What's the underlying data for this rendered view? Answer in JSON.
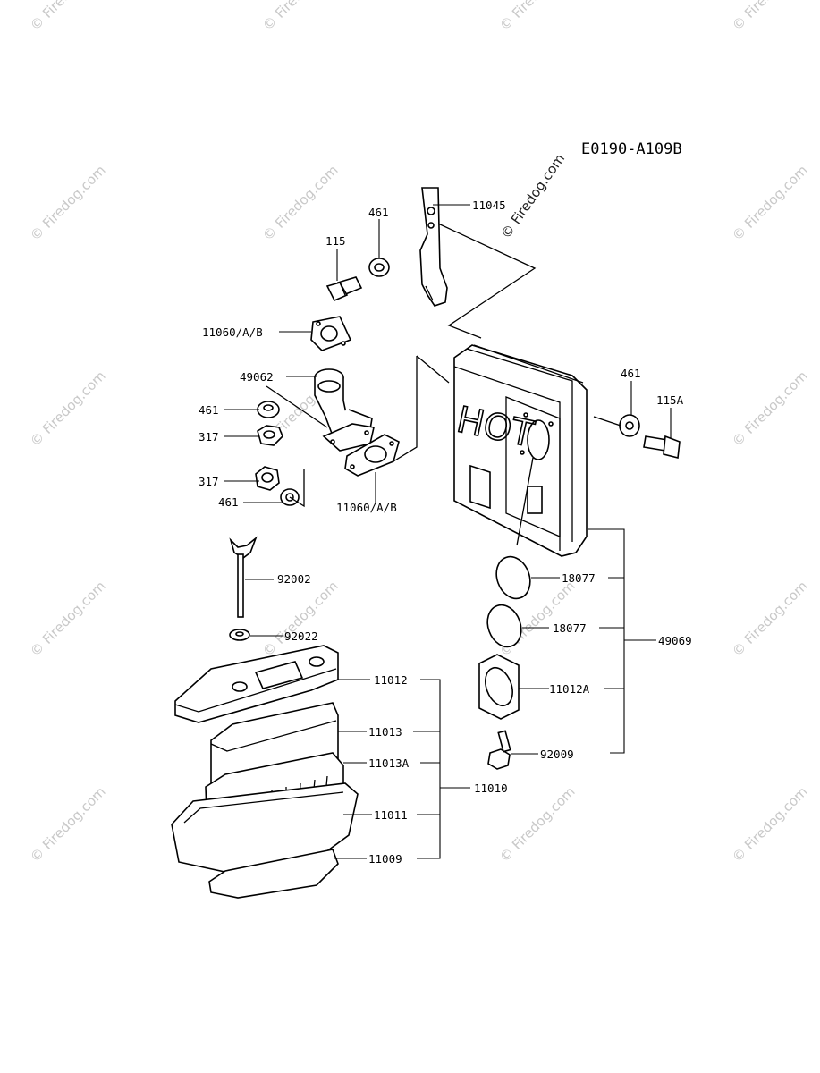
{
  "diagram_code": "E0190-A109B",
  "watermark": "© Firedog.com",
  "embossed_text": "HOT",
  "labels": {
    "p11045": "11045",
    "p461_a": "461",
    "p115": "115",
    "p11060_top": "11060/A/B",
    "p49062": "49062",
    "p461_b": "461",
    "p317_a": "317",
    "p317_b": "317",
    "p461_c": "461",
    "p11060_bottom": "11060/A/B",
    "p461_right": "461",
    "p115A": "115A",
    "p92002": "92002",
    "p92022": "92022",
    "p18077_a": "18077",
    "p18077_b": "18077",
    "p49069": "49069",
    "p11012": "11012",
    "p11012A": "11012A",
    "p11013": "11013",
    "p11013A": "11013A",
    "p11010": "11010",
    "p11011": "11011",
    "p92009": "92009",
    "p11009": "11009"
  }
}
